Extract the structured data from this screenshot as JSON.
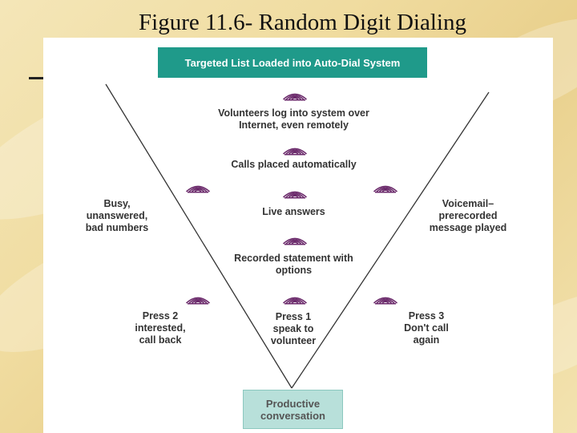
{
  "slide": {
    "title": "Figure 11.6- Random Digit Dialing"
  },
  "diagram": {
    "top_box": "Targeted List Loaded into Auto-Dial System",
    "center_steps": [
      "Volunteers log into system over\nInternet, even remotely",
      "Calls placed automatically",
      "Live answers",
      "Recorded statement with\noptions"
    ],
    "left_branch_upper": "Busy,\nunanswered,\nbad numbers",
    "right_branch_upper": "Voicemail–\nprerecorded\nmessage played",
    "left_branch_lower": "Press 2\ninterested,\ncall back",
    "center_branch_lower": "Press 1\nspeak to\nvolunteer",
    "right_branch_lower": "Press 3\nDon't call\nagain",
    "bottom_box": "Productive\nconversation",
    "colors": {
      "top_box": "#1f9a8a",
      "bottom_box": "#b8e0da",
      "signal_icon": "#6b2a6b",
      "funnel_lines": "#333333"
    },
    "icons": [
      "phone-signal-icon"
    ]
  }
}
